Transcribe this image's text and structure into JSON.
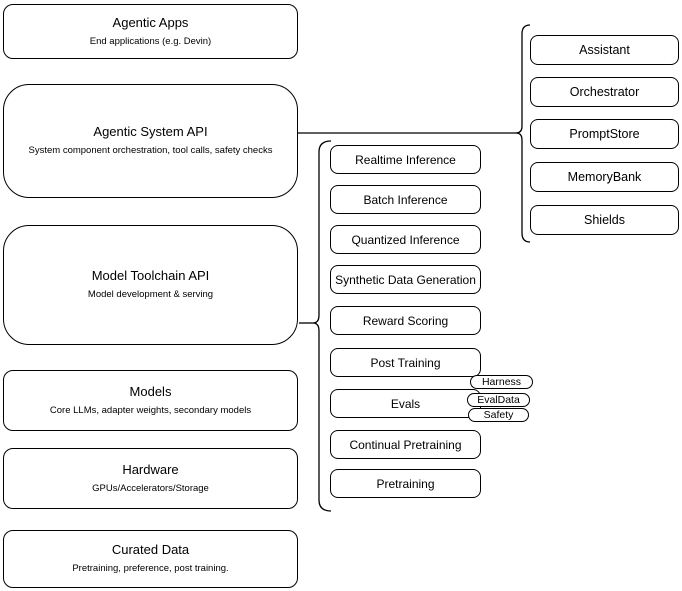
{
  "colors": {
    "stroke": "#000000",
    "fill": "#ffffff",
    "text": "#000000"
  },
  "left_stack": {
    "agentic_apps": {
      "title": "Agentic Apps",
      "subtitle": "End applications (e.g. Devin)"
    },
    "agentic_system_api": {
      "title": "Agentic System API",
      "subtitle": "System component orchestration, tool calls, safety checks"
    },
    "model_toolchain_api": {
      "title": "Model Toolchain API",
      "subtitle": "Model development & serving"
    },
    "models": {
      "title": "Models",
      "subtitle": "Core LLMs, adapter weights, secondary models"
    },
    "hardware": {
      "title": "Hardware",
      "subtitle": "GPUs/Accelerators/Storage"
    },
    "curated_data": {
      "title": "Curated Data",
      "subtitle": "Pretraining, preference, post training."
    }
  },
  "system_components": {
    "items": [
      "Assistant",
      "Orchestrator",
      "PromptStore",
      "MemoryBank",
      "Shields"
    ]
  },
  "toolchain_capabilities": {
    "items": [
      "Realtime Inference",
      "Batch Inference",
      "Quantized Inference",
      "Synthetic Data Generation",
      "Reward Scoring",
      "Post Training",
      "Evals",
      "Continual Pretraining",
      "Pretraining"
    ]
  },
  "evals_badges": {
    "items": [
      "Harness",
      "EvalData",
      "Safety"
    ]
  }
}
